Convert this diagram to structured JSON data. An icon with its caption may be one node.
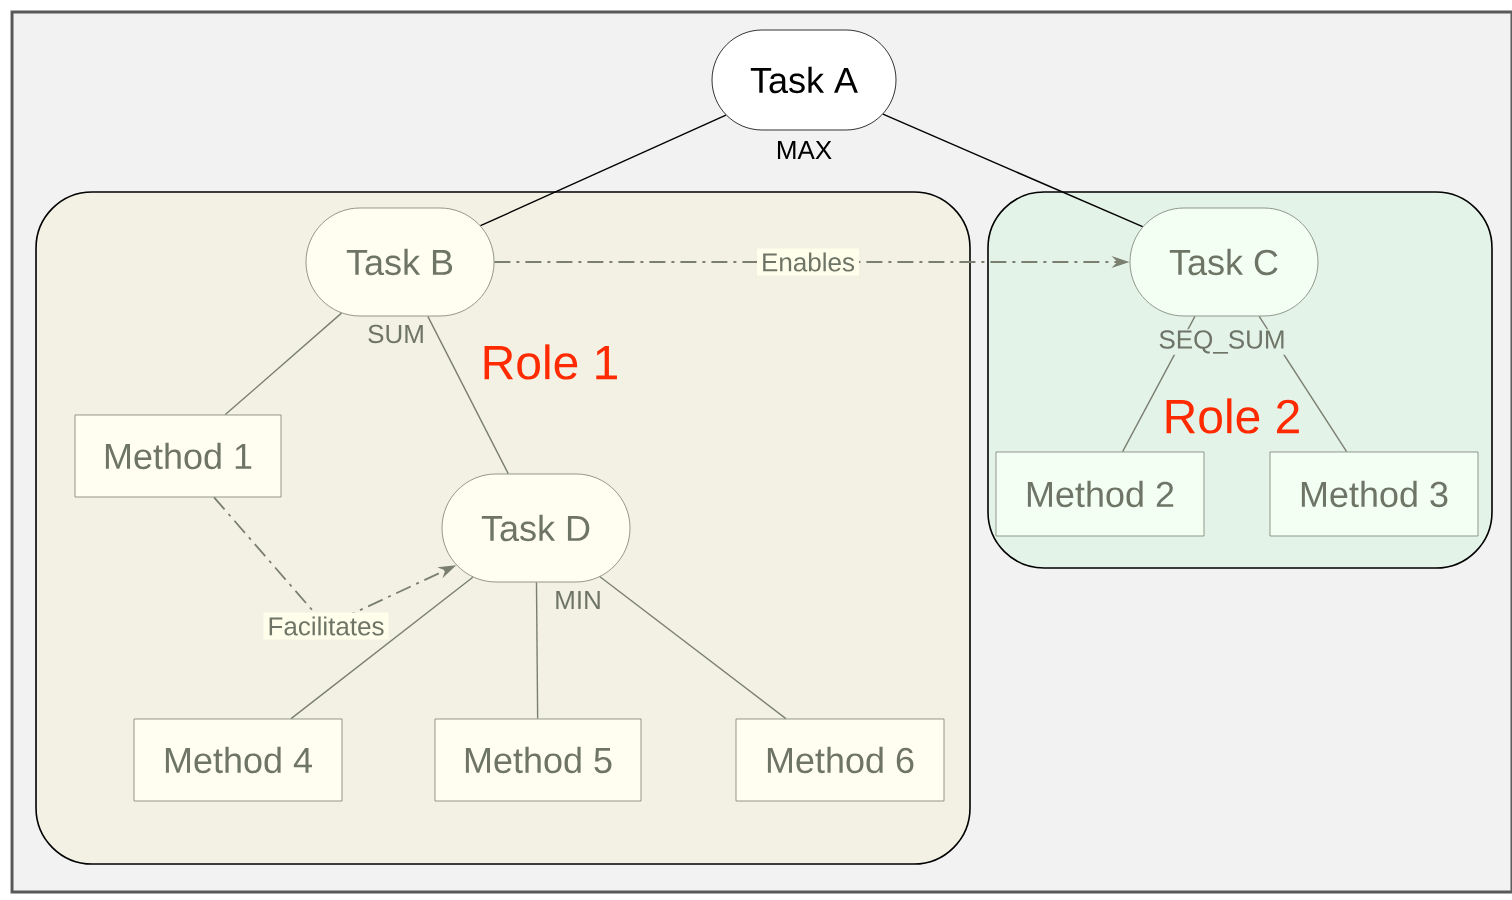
{
  "diagram": {
    "nodes": [
      {
        "text": [
          "Task A"
        ],
        "beside": [
          "MAX"
        ]
      },
      {
        "text": [
          "Role 1"
        ]
      },
      {
        "text": [
          "Task B"
        ],
        "in": 1,
        "beside": [
          "SUM"
        ]
      },
      {
        "text": [
          "Method 1"
        ],
        "in": 1
      },
      {
        "text": [
          "Task D"
        ],
        "in": 1,
        "beside": [
          "MIN"
        ]
      },
      {
        "text": [
          "Method 4"
        ],
        "in": 1
      },
      {
        "text": [
          "Method 5"
        ],
        "in": 1
      },
      {
        "text": [
          "Method 6"
        ],
        "in": 1
      },
      {
        "text": [
          "Role 2"
        ]
      },
      {
        "text": [
          "Task C"
        ],
        "in": 8,
        "beside": [
          "SEQ_SUM"
        ]
      },
      {
        "text": [
          "Method 2"
        ],
        "in": 8
      },
      {
        "text": [
          "Method 3"
        ],
        "in": 8
      }
    ],
    "edges": [
      {
        "from": 0,
        "to": 2,
        "arrow": "none",
        "color": "#000000"
      },
      {
        "from": 0,
        "to": 9,
        "arrow": "none",
        "color": "#000000"
      },
      {
        "from": 2,
        "to": 3,
        "arrow": "none"
      },
      {
        "from": 2,
        "to": 4,
        "arrow": "none"
      },
      {
        "from": 4,
        "to": 5,
        "arrow": "none"
      },
      {
        "from": 4,
        "to": 6,
        "arrow": "none"
      },
      {
        "from": 4,
        "to": 7,
        "arrow": "none"
      },
      {
        "from": 9,
        "to": 10,
        "arrow": "none"
      },
      {
        "from": 9,
        "to": 11,
        "arrow": "none"
      },
      {
        "from": 2,
        "to": 9,
        "arrow": "to",
        "style": "dashed",
        "label": "Enables"
      },
      {
        "from": 3,
        "to": 4,
        "arrow": "to",
        "style": "dashed",
        "label": "Facilitates"
      }
    ]
  }
}
